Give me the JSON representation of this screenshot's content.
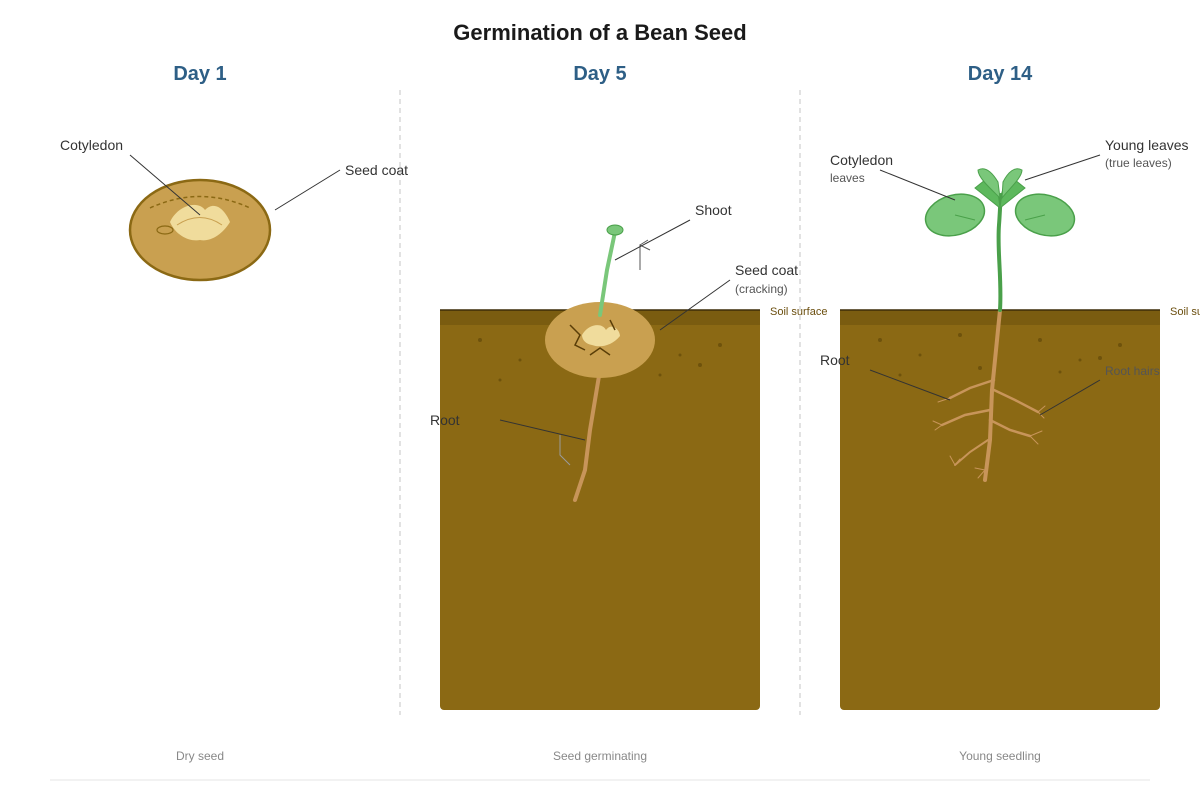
{
  "title": "Germination of a Bean Seed",
  "colors": {
    "day_heading": "#2e5f86",
    "seed_body": "#c9a050",
    "seed_outline": "#8b6914",
    "cotyledon": "#f0dc9c",
    "soil": "#8b6914",
    "soil_surface": "#7a5c10",
    "root": "#c8955a",
    "leaf": "#7ac77a",
    "leaf_outline": "#4aa04a"
  },
  "panels": [
    {
      "heading": "Day 1",
      "caption": "Dry seed",
      "labels": {
        "cotyledon": "Cotyledon",
        "seed_coat": "Seed coat"
      }
    },
    {
      "heading": "Day 5",
      "caption": "Seed germinating",
      "soil_label": "Soil surface",
      "labels": {
        "shoot": "Shoot",
        "seed_coat": "Seed coat",
        "seed_coat_note": "(cracking)",
        "root": "Root"
      }
    },
    {
      "heading": "Day 14",
      "caption": "Young seedling",
      "soil_label": "Soil surface",
      "labels": {
        "cotyledon": "Cotyledon",
        "cotyledon_note": "leaves",
        "young_leaves": "Young leaves",
        "young_leaves_note": "(true leaves)",
        "root": "Root",
        "root_hairs": "Root hairs"
      }
    }
  ]
}
